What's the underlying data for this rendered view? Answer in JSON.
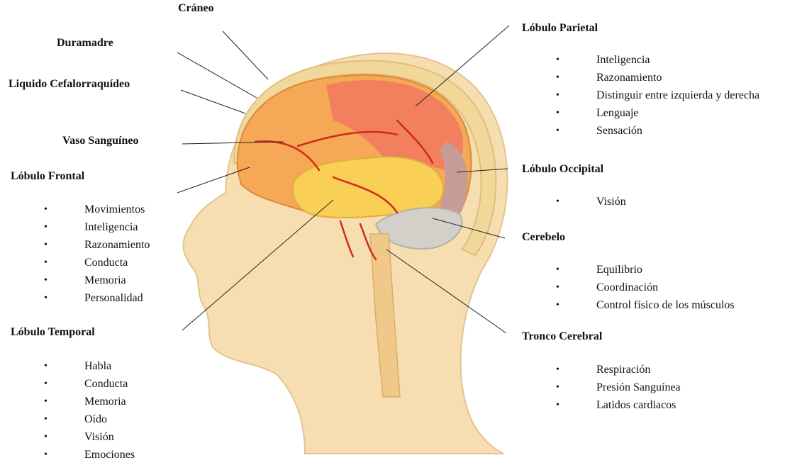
{
  "labels": {
    "craneo": "Cráneo",
    "duramadre": "Duramadre",
    "liquido": "Liquido Cefalorraquídeo",
    "vaso": "Vaso Sanguíneo",
    "frontal": "Lóbulo Frontal",
    "temporal": "Lóbulo Temporal",
    "parietal": "Lóbulo Parietal",
    "occipital": "Lóbulo Occipital",
    "cerebelo": "Cerebelo",
    "tronco": "Tronco Cerebral"
  },
  "lists": {
    "frontal": [
      "Movimientos",
      "Inteligencia",
      "Razonamiento",
      "Conducta",
      "Memoria",
      "Personalidad"
    ],
    "temporal": [
      "Habla",
      "Conducta",
      "Memoria",
      "Oído",
      "Visión",
      "Emociones"
    ],
    "parietal": [
      "Inteligencia",
      "Razonamiento",
      "Distinguir entre izquierda y derecha",
      "Lenguaje",
      "Sensación"
    ],
    "occipital": [
      "Visión"
    ],
    "cerebelo": [
      "Equilibrio",
      "Coordinación",
      "Control físico de los músculos"
    ],
    "tronco": [
      "Respiración",
      "Presión Sanguínea",
      "Latidos cardiacos"
    ]
  },
  "colors": {
    "skin": "#f6deb0",
    "skin_edge": "#e3c48f",
    "skull": "#f2d79a",
    "brain": "#f5a855",
    "parietal": "#f27a5e",
    "temporal": "#f9cf55",
    "occipital": "#c89c96",
    "cerebellum": "#d3d0ca",
    "vessel": "#d02a1c"
  }
}
